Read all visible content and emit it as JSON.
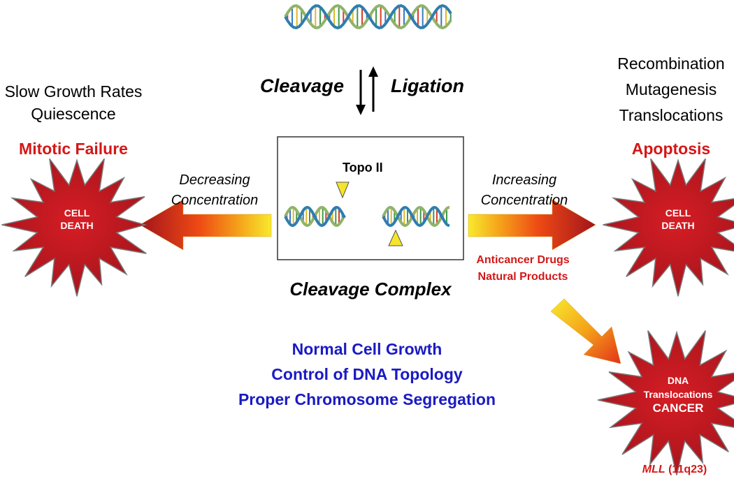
{
  "top": {
    "cleavage_label": "Cleavage",
    "ligation_label": "Ligation"
  },
  "left_panel": {
    "lines": [
      "Slow Growth Rates",
      "Quiescence"
    ],
    "highlight": "Mitotic Failure",
    "arrow_label": [
      "Decreasing",
      "Concentration"
    ],
    "burst_text": [
      "CELL",
      "DEATH"
    ]
  },
  "right_panel": {
    "lines": [
      "Recombination",
      "Mutagenesis",
      "Translocations"
    ],
    "highlight": "Apoptosis",
    "arrow_label": [
      "Increasing",
      "Concentration"
    ],
    "burst_text": [
      "CELL",
      "DEATH"
    ],
    "drug_lines": [
      "Anticancer Drugs",
      "Natural Products"
    ]
  },
  "center": {
    "enzyme_label": "Topo II",
    "complex_label": "Cleavage Complex",
    "normal_functions": [
      "Normal Cell Growth",
      "Control of DNA Topology",
      "Proper Chromosome Segregation"
    ]
  },
  "cancer": {
    "burst_text": [
      "DNA",
      "Translocations",
      "CANCER"
    ],
    "gene_name": "MLL",
    "gene_locus": " (11q23)"
  },
  "colors": {
    "red_text": "#d41717",
    "blue_text": "#1a1ac4",
    "burst_fill": "#c8161d",
    "arrow_dark": "#a3141c",
    "arrow_light": "#f7ea2c"
  }
}
